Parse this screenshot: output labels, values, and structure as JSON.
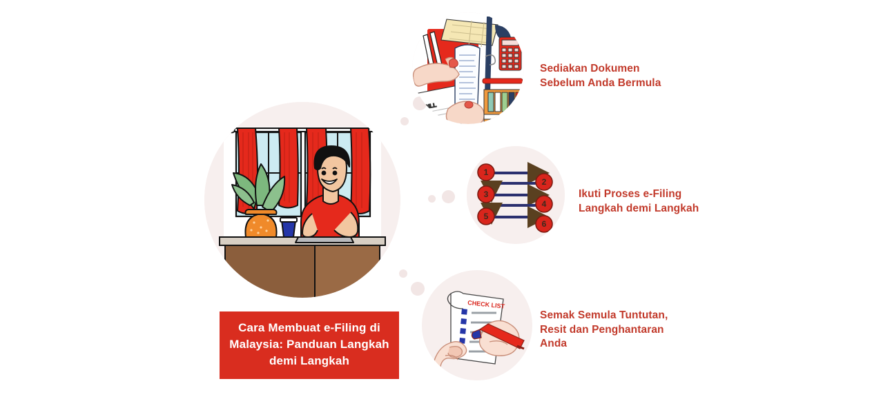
{
  "title_box": {
    "text": "Cara Membuat e-Filing di\nMalaysia: Panduan Langkah\ndemi Langkah",
    "background_color": "#d92d1f",
    "text_color": "#ffffff"
  },
  "theme": {
    "accent_red": "#d92d1f",
    "label_red": "#c23a2b",
    "circle_background": "#f7efee",
    "dot_color": "#f2e6e5",
    "page_background": "#ffffff"
  },
  "steps": [
    {
      "id": "documents",
      "label": "Sediakan Dokumen\nSebelum Anda Bermula",
      "illustration": "hands-holding-receipt-with-desk-supplies"
    },
    {
      "id": "process",
      "label": "Ikuti Proses e-Filing\nLangkah demi Langkah",
      "illustration": "numbered-flow-diagram"
    },
    {
      "id": "review",
      "label": "Semak Semula Tuntutan,\nResit dan Penghantaran\nAnda",
      "illustration": "hands-marking-checklist-with-red-marker"
    }
  ],
  "hero": {
    "illustration": "person-at-desk-with-laptop-by-window",
    "alt": "Lelaki berbaju merah menggunakan komputer riba di meja berhadapan tingkap berlangsir merah"
  },
  "flow_diagram": {
    "node_labels": [
      "1",
      "2",
      "3",
      "4",
      "5",
      "6"
    ],
    "node_color": "#d9251c",
    "node_text_color": "#3a2a1e",
    "arrow_color": "#2b2f6e"
  }
}
